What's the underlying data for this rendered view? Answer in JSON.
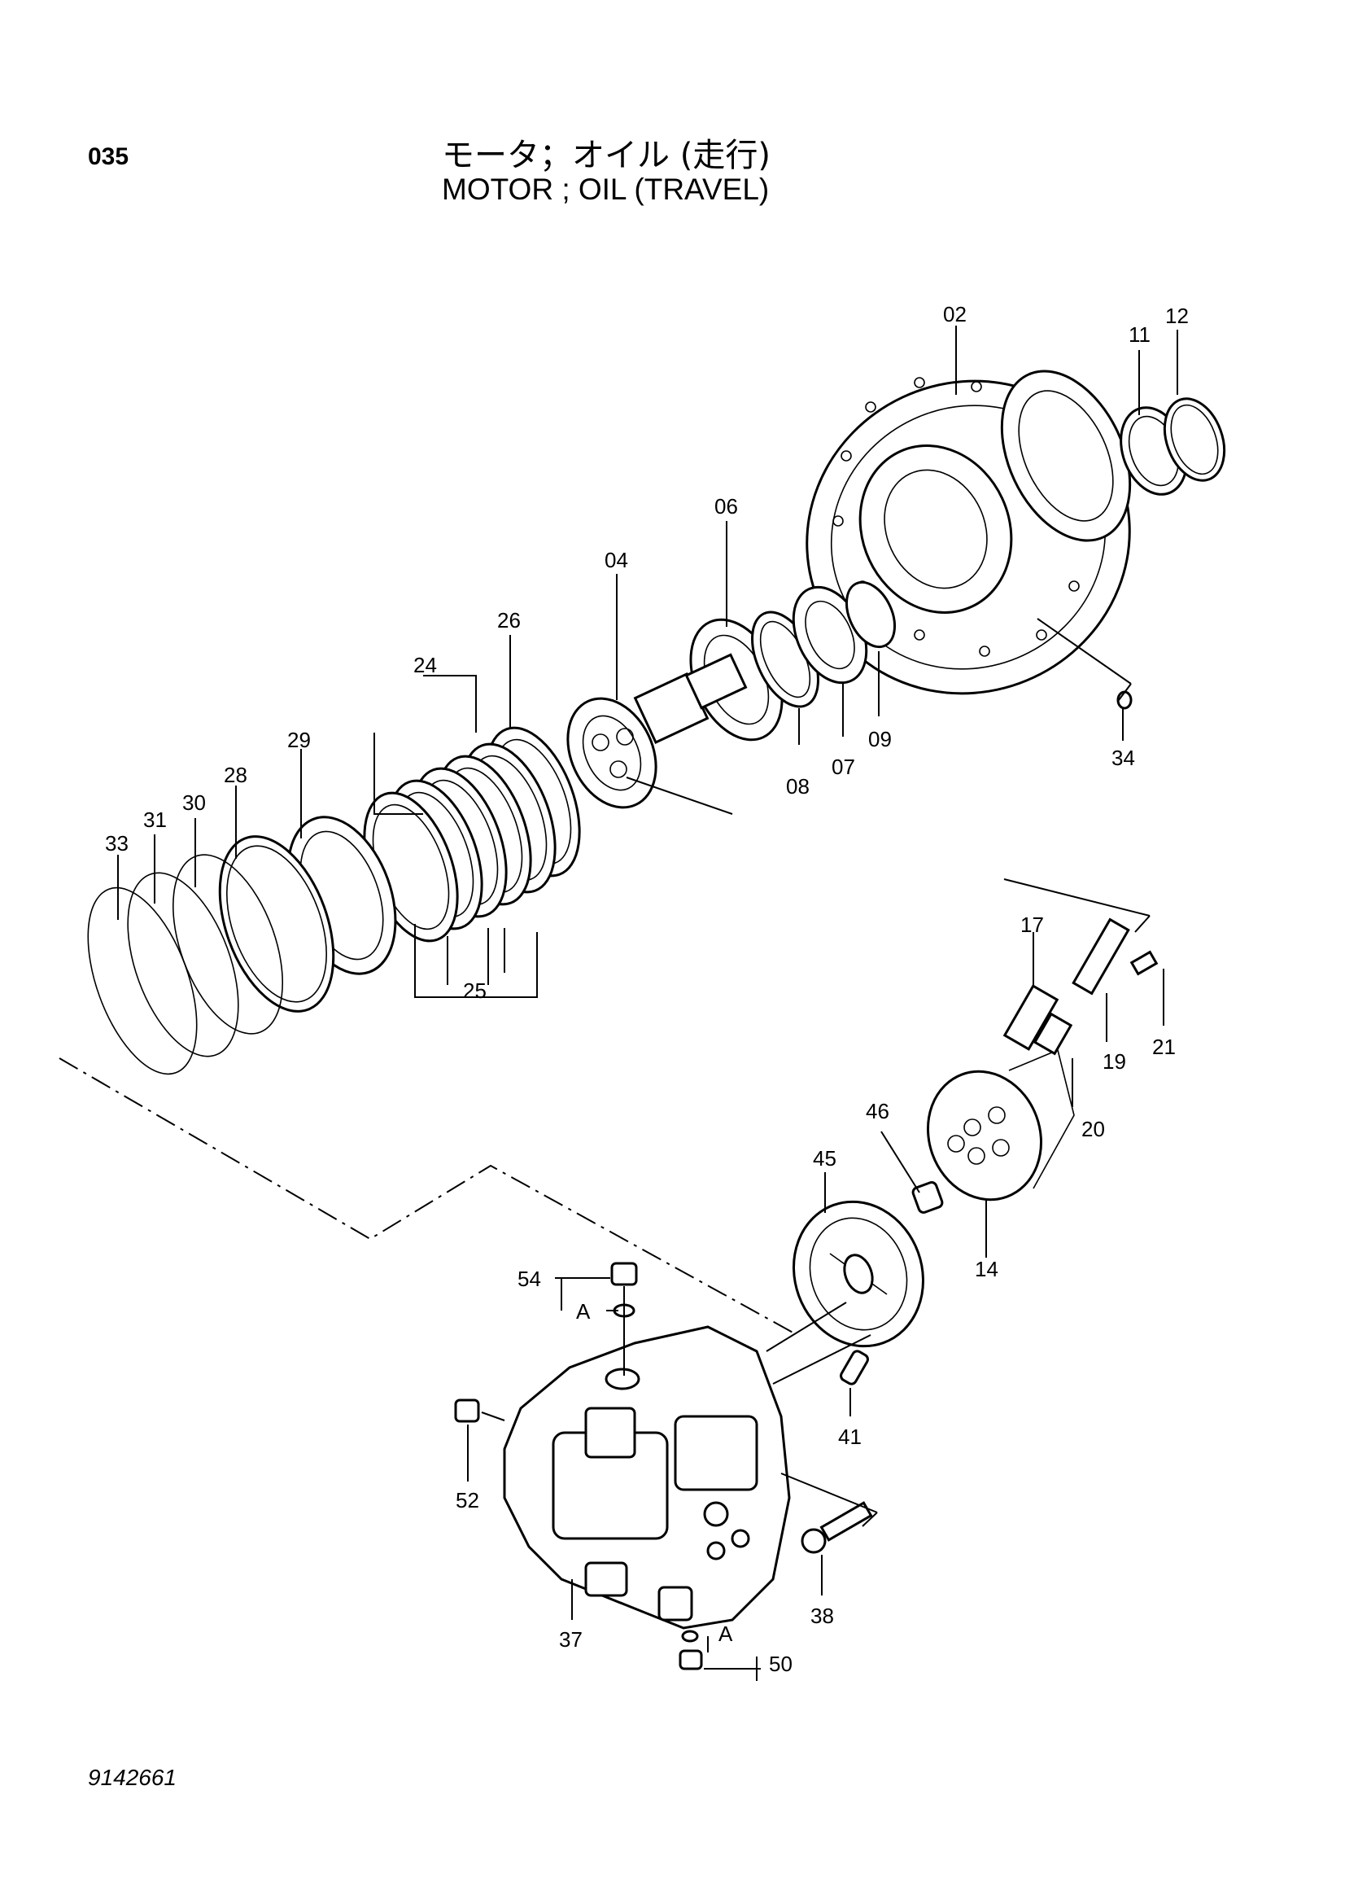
{
  "header": {
    "page_number": "035",
    "title_jp": "モータ；オイル (走行)",
    "title_en": "MOTOR ; OIL (TRAVEL)"
  },
  "footer": {
    "doc_code": "9142661"
  },
  "callouts": [
    "02",
    "12",
    "11",
    "06",
    "04",
    "26",
    "24",
    "29",
    "28",
    "30",
    "31",
    "33",
    "25",
    "08",
    "07",
    "09",
    "34",
    "17",
    "21",
    "19",
    "20",
    "46",
    "45",
    "14",
    "54",
    "A",
    "52",
    "41",
    "38",
    "37",
    "50",
    "A"
  ]
}
